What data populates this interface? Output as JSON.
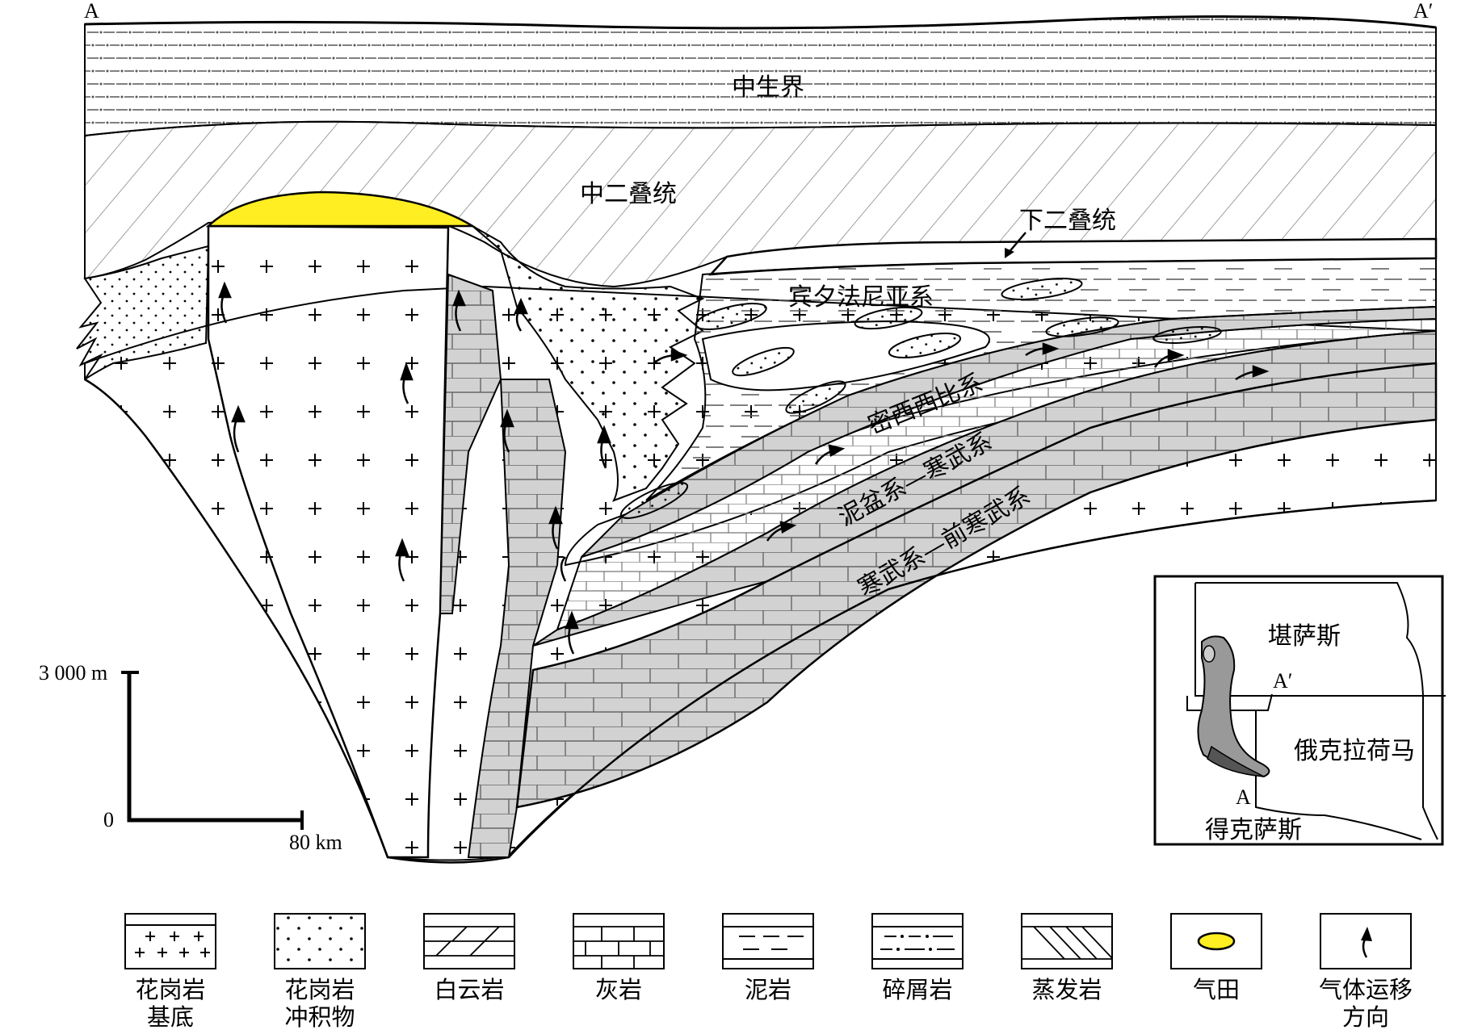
{
  "section": {
    "end_left": "A",
    "end_right": "A′"
  },
  "units": {
    "mesozoic": "中生界",
    "middle_permian": "中二叠统",
    "lower_permian": "下二叠统",
    "pennsylvanian": "宾夕法尼亚系",
    "mississippian": "密西西比系",
    "devonian_cambrian": "泥盆系—寒武系",
    "cambrian_precambrian": "寒武系—前寒武系"
  },
  "scale": {
    "vertical_top": "3 000 m",
    "vertical_bottom": "0",
    "horizontal": "80 km"
  },
  "inset": {
    "kansas": "堪萨斯",
    "oklahoma": "俄克拉荷马",
    "texas": "得克萨斯",
    "point_a": "A",
    "point_a_prime": "A′"
  },
  "legend": [
    {
      "id": "granite",
      "line1": "花岗岩",
      "line2": "基底"
    },
    {
      "id": "granite-wash",
      "line1": "花岗岩",
      "line2": "冲积物"
    },
    {
      "id": "dolomite",
      "line1": "白云岩",
      "line2": ""
    },
    {
      "id": "limestone",
      "line1": "灰岩",
      "line2": ""
    },
    {
      "id": "mudstone",
      "line1": "泥岩",
      "line2": ""
    },
    {
      "id": "clastic",
      "line1": "碎屑岩",
      "line2": ""
    },
    {
      "id": "evaporite",
      "line1": "蒸发岩",
      "line2": ""
    },
    {
      "id": "gas-field",
      "line1": "气田",
      "line2": ""
    },
    {
      "id": "migration",
      "line1": "气体运移",
      "line2": "方向"
    }
  ],
  "colors": {
    "gas_field": "#ffee22",
    "limestone_fill": "#d2d2d2",
    "inset_fill": "#999999",
    "line": "#000000"
  }
}
